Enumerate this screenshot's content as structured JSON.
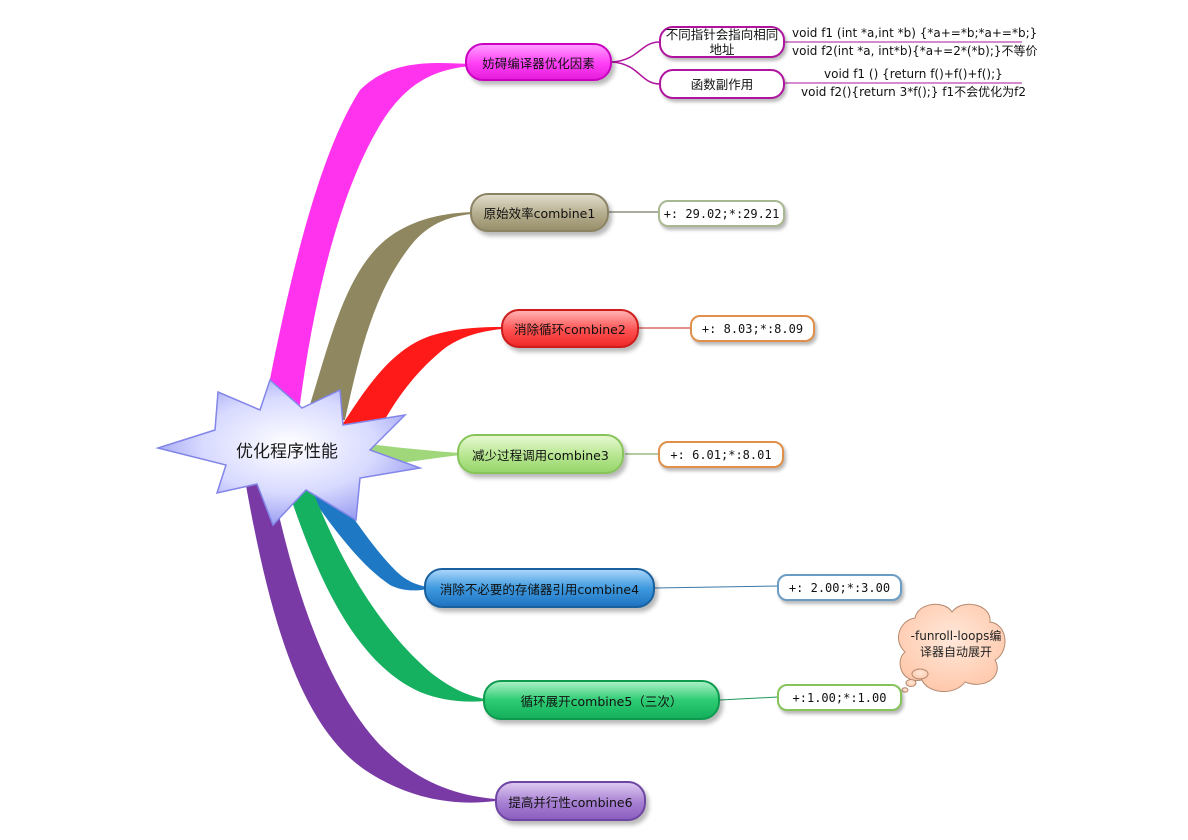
{
  "mindmap": {
    "center": {
      "label": "优化程序性能"
    },
    "branches": [
      {
        "label": "妨碍编译器优化因素",
        "color": "#ff33ee"
      },
      {
        "label": "原始效率combine1",
        "color": "#8f875f",
        "value": "+: 29.02;*:29.21"
      },
      {
        "label": "消除循环combine2",
        "color": "#ff1a1a",
        "value": "+: 8.03;*:8.09"
      },
      {
        "label": "减少过程调用combine3",
        "color": "#9fd77a",
        "value": "+: 6.01;*:8.01"
      },
      {
        "label": "消除不必要的存储器引用combine4",
        "color": "#1f78c4",
        "value": "+: 2.00;*:3.00"
      },
      {
        "label": "循环展开combine5（三次）",
        "color": "#16b160",
        "value": "+:1.00;*:1.00"
      },
      {
        "label": "提高并行性combine6",
        "color": "#7a3aa6"
      }
    ],
    "factors": [
      {
        "label": "不同指针会指向相同地址",
        "notes": [
          "void  f1 (int *a,int *b) {*a+=*b;*a+=*b;}",
          "void f2(int *a, int*b){*a+=2*(*b);}不等价"
        ]
      },
      {
        "label": "函数副作用",
        "notes": [
          "void  f1 () {return f()+f()+f();}",
          "void f2(){return 3*f();} f1不会优化为f2"
        ]
      }
    ],
    "cloud_note": {
      "lines": [
        "-funroll-loops编",
        "译器自动展开"
      ]
    }
  }
}
